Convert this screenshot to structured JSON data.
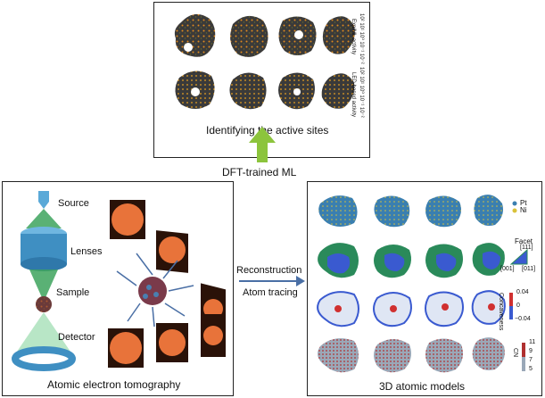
{
  "top_panel": {
    "caption": "Identifying the active sites",
    "colorbar_top": "10² 10¹ 10⁰ 10⁻¹ 10⁻²",
    "colorbar_top_title": "Exp/ML activity",
    "colorbar_bottom": "10² 10¹ 10⁰ 10⁻¹ 10⁻²",
    "colorbar_bottom_title": "LED-based activity"
  },
  "connector_top": {
    "label": "DFT-trained ML"
  },
  "left_panel": {
    "caption": "Atomic electron tomography",
    "source": "Source",
    "lenses": "Lenses",
    "sample": "Sample",
    "detector": "Detector"
  },
  "middle": {
    "line1": "Reconstruction",
    "line2": "Atom tracing"
  },
  "right_panel": {
    "caption": "3D atomic models",
    "legend_pt": "Pt",
    "legend_ni": "Ni",
    "facet_title": "Facet",
    "facet_111": "[111]",
    "facet_001": "[001]",
    "facet_011": "[011]",
    "concavity_title": "Concaveness",
    "concavity_max": "0.04",
    "concavity_mid": "0",
    "concavity_min": "−0.04",
    "cn_title": "CN",
    "cn_ticks": [
      "11",
      "9",
      "7",
      "5"
    ]
  },
  "colors": {
    "arrow_green": "#8cc43c",
    "arrow_blue": "#4a6fa5",
    "dark_particle": "#3a3a3a",
    "active_orange": "#e08a1e",
    "pt_blue": "#3a7fb0",
    "ni_yellow": "#d9c23a",
    "lens_blue": "#3f8fc2",
    "beam_green": "#3da35d"
  }
}
